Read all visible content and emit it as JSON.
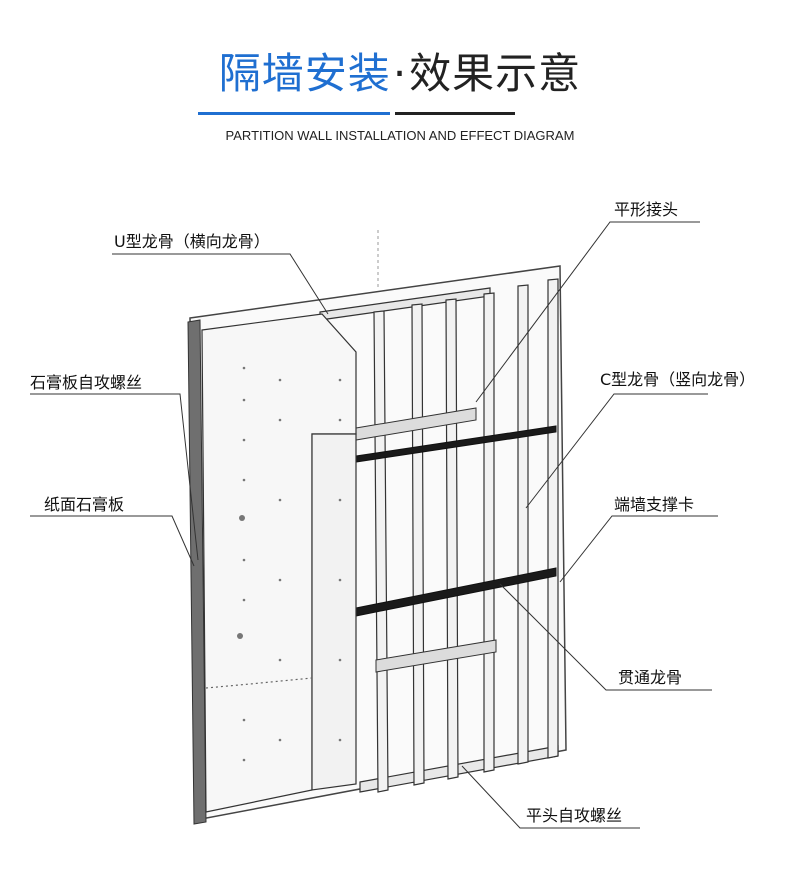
{
  "header": {
    "title_main": "隔墙安装",
    "title_dot": "·",
    "title_sub": "效果示意",
    "subtitle": "PARTITION WALL INSTALLATION AND EFFECT DIAGRAM"
  },
  "labels": {
    "u_track": "U型龙骨（横向龙骨）",
    "flat_joint": "平形接头",
    "drywall_screw": "石膏板自攻螺丝",
    "c_stud": "C型龙骨（竖向龙骨）",
    "gypsum_board": "纸面石膏板",
    "end_wall_clip": "端墙支撑卡",
    "through_channel": "贯通龙骨",
    "pan_head_screw": "平头自攻螺丝"
  },
  "colors": {
    "accent_blue": "#1f6fd1",
    "text_dark": "#222222"
  }
}
